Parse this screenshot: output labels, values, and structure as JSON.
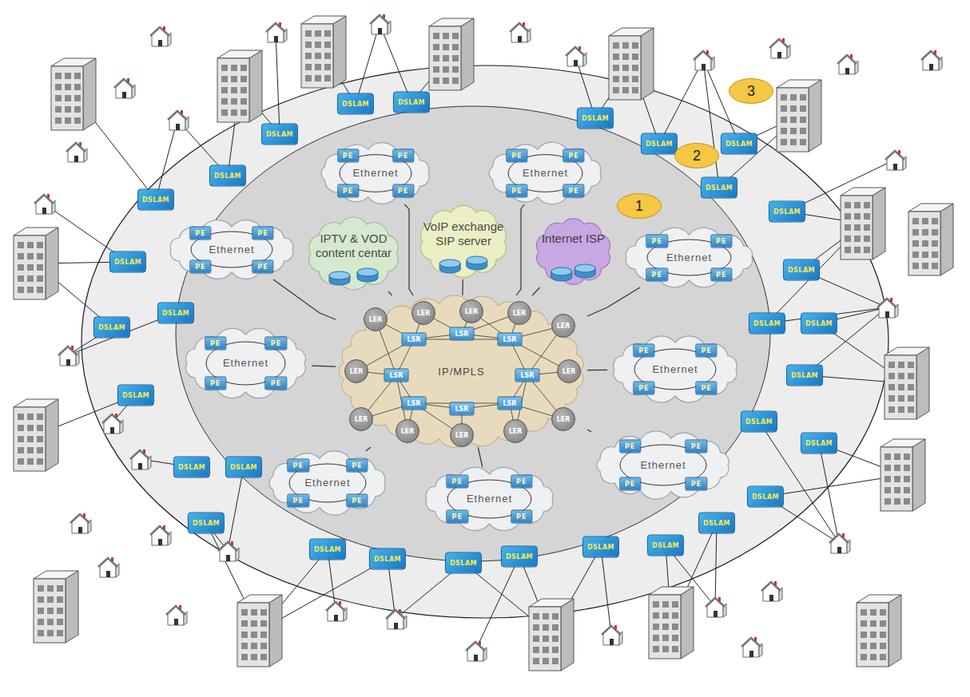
{
  "diagram": {
    "nodes": [
      {
        "text": [
          "Ethernet"
        ]
      },
      {
        "text": [
          "Ethernet"
        ]
      },
      {
        "text": [
          "Ethernet"
        ]
      },
      {
        "text": [
          "IPTV & VOD content centar"
        ]
      },
      {
        "text": [
          "VoIP exchange SIP server"
        ]
      },
      {
        "text": [
          "Internet ISP"
        ]
      },
      {
        "text": [
          "Ethernet"
        ]
      },
      {
        "text": [
          "IP/MPLS"
        ]
      },
      {
        "text": [
          "Ethernet"
        ]
      },
      {
        "text": [
          "Ethernet"
        ]
      },
      {
        "text": [
          "Ethernet"
        ]
      },
      {
        "text": [
          "Ethernet"
        ]
      },
      {
        "text": [
          "Ethernet"
        ]
      }
    ],
    "edges": [
      {
        "from": 0,
        "to": 7,
        "arrow": "none"
      },
      {
        "from": 1,
        "to": 7,
        "arrow": "none"
      },
      {
        "from": 2,
        "to": 7,
        "arrow": "none"
      },
      {
        "from": 3,
        "to": 7,
        "arrow": "none"
      },
      {
        "from": 4,
        "to": 7,
        "arrow": "none"
      },
      {
        "from": 5,
        "to": 7,
        "arrow": "none"
      },
      {
        "from": 6,
        "to": 7,
        "arrow": "none"
      },
      {
        "from": 8,
        "to": 7,
        "arrow": "none"
      },
      {
        "from": 9,
        "to": 7,
        "arrow": "none"
      },
      {
        "from": 10,
        "to": 7,
        "arrow": "none"
      },
      {
        "from": 11,
        "to": 7,
        "arrow": "none"
      },
      {
        "from": 12,
        "to": 7,
        "arrow": "none"
      }
    ],
    "labels": [
      "PE",
      "PE",
      "PE",
      "PE",
      "PE",
      "PE",
      "PE",
      "PE",
      "PE",
      "PE",
      "PE",
      "PE",
      "PE",
      "PE",
      "PE",
      "PE",
      "PE",
      "PE",
      "PE",
      "PE",
      "PE",
      "PE",
      "PE",
      "PE",
      "PE",
      "PE",
      "PE",
      "PE",
      "PE",
      "PE",
      "PE",
      "PE",
      "PE",
      "PE",
      "PE",
      "PE",
      "LER",
      "LER",
      "LER",
      "LER",
      "LER",
      "LER",
      "LER",
      "LER",
      "LER",
      "LER",
      "LER",
      "LER",
      "LSR",
      "LSR",
      "LSR",
      "LSR",
      "LSR",
      "LSR",
      "LSR",
      "LSR",
      "DSLAM",
      "DSLAM",
      "DSLAM",
      "DSLAM",
      "DSLAM",
      "DSLAM",
      "DSLAM",
      "DSLAM",
      "DSLAM",
      "DSLAM",
      "DSLAM",
      "DSLAM",
      "DSLAM",
      "DSLAM",
      "DSLAM",
      "DSLAM",
      "DSLAM",
      "DSLAM",
      "DSLAM",
      "DSLAM",
      "DSLAM",
      "DSLAM",
      "DSLAM",
      "DSLAM",
      "DSLAM",
      "DSLAM",
      "DSLAM",
      "DSLAM",
      "DSLAM",
      "DSLAM",
      "DSLAM",
      "1",
      "2",
      "3"
    ]
  }
}
